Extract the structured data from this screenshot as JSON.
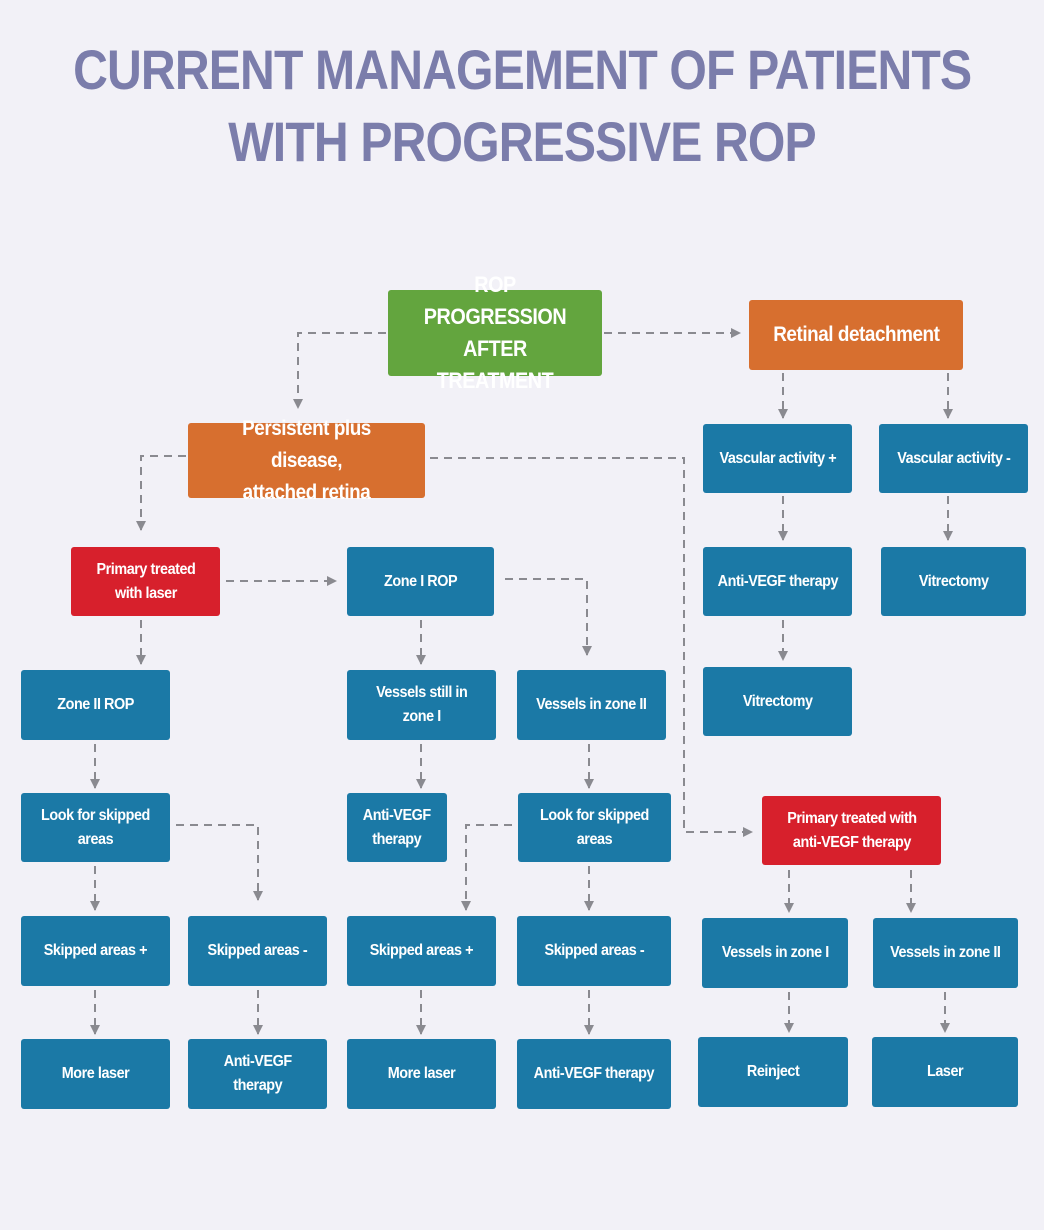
{
  "title": {
    "line1": "CURRENT MANAGEMENT OF PATIENTS",
    "line2": "WITH PROGRESSIVE ROP"
  },
  "colors": {
    "background": "#f2f1f7",
    "title": "#7b7dab",
    "step": "#1b79a6",
    "root": "#63a53e",
    "branch": "#d76f2f",
    "primary_treatment": "#d7202c",
    "connector": "#8a8a90"
  },
  "nodes": {
    "root": "ROP PROGRESSION\nAFTER TREATMENT",
    "retinal_detachment": "Retinal detachment",
    "persistent_plus": "Persistent plus disease,\nattached retina",
    "vascular_activity_plus": "Vascular activity +",
    "vascular_activity_minus": "Vascular activity -",
    "rd_anti_vegf": "Anti-VEGF therapy",
    "rd_vitrectomy_minus": "Vitrectomy",
    "rd_vitrectomy_plus": "Vitrectomy",
    "primary_laser": "Primary treated\nwith laser",
    "zone1_rop": "Zone I ROP",
    "zone2_rop": "Zone II ROP",
    "vessels_still_zone1": "Vessels still in\nzone I",
    "vessels_zone2_mid": "Vessels in zone II",
    "look_skipped_left": "Look for skipped\nareas",
    "anti_vegf_mid": "Anti-VEGF\ntherapy",
    "look_skipped_mid": "Look for skipped\nareas",
    "primary_anti_vegf": "Primary treated with\nanti-VEGF therapy",
    "skipped_plus_1": "Skipped areas +",
    "skipped_minus_1": "Skipped areas -",
    "skipped_plus_2": "Skipped areas +",
    "skipped_minus_2": "Skipped areas -",
    "vessels_zone1_right": "Vessels in zone I",
    "vessels_zone2_right": "Vessels in zone II",
    "more_laser_1": "More laser",
    "anti_vegf_left": "Anti-VEGF\ntherapy",
    "more_laser_2": "More laser",
    "anti_vegf_bottom": "Anti-VEGF therapy",
    "reinject": "Reinject",
    "laser": "Laser"
  }
}
